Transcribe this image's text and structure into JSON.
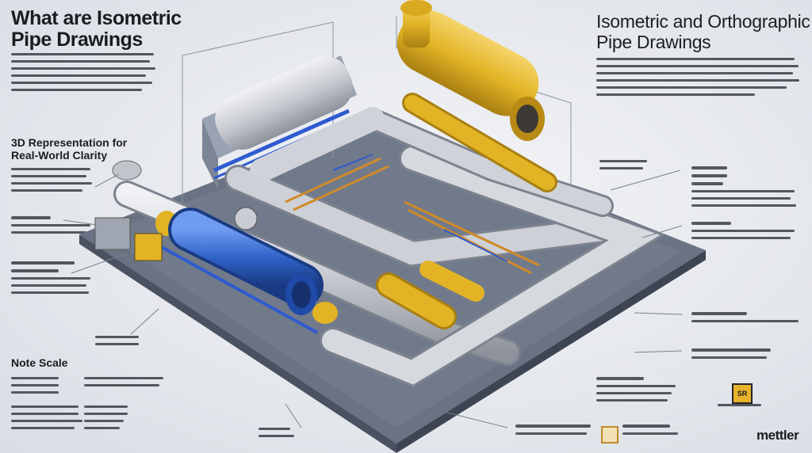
{
  "title_left": [
    "What are Isometric",
    "Pipe Drawings"
  ],
  "title_right": [
    "Isometric and Orthographic",
    "Pipe Drawings"
  ],
  "headings": {
    "real_world_1": "3D Representation for",
    "real_world_2": "Real-World Clarity",
    "note_scale": "Note Scale",
    "brand": "mettler"
  },
  "colors": {
    "yellow_pipe": "#e2b425",
    "blue_pipe": "#2f63c8",
    "grey_pipe": "#c9ccd2",
    "platform": "#5b6475",
    "accent_orange": "#d08a2a"
  },
  "icons": [
    "seal-icon",
    "diamond-icon"
  ]
}
